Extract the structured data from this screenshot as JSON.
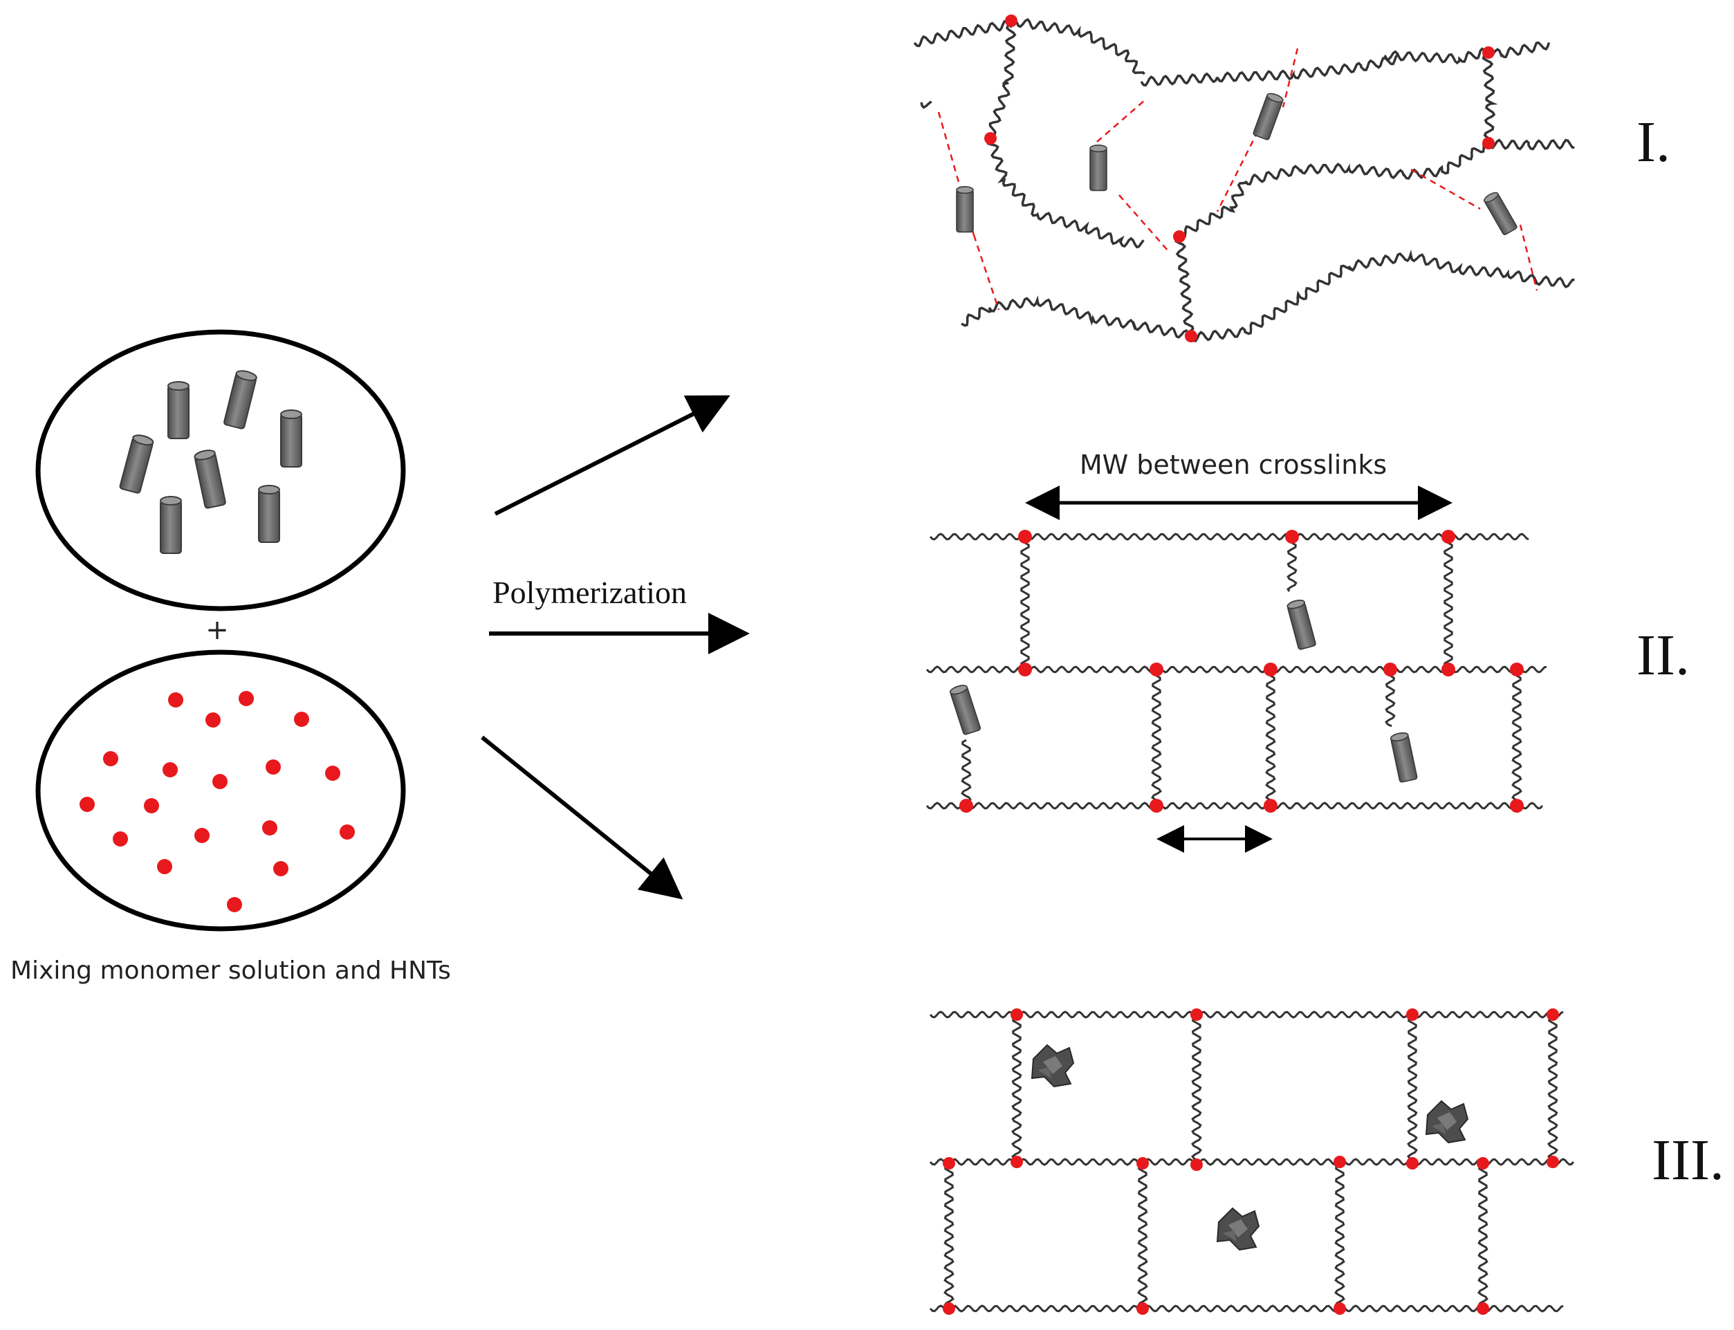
{
  "labels": {
    "polymerization": "Polymerization",
    "mixing": "Mixing monomer solution and HNTs",
    "plus": "+",
    "mw_between": "MW between crosslinks",
    "network_1": "I.",
    "network_2": "II.",
    "network_3": "III."
  },
  "colors": {
    "crosslink_dot": "#e8191c",
    "chain": "#333333",
    "hnt_tube": "#6f6f6f",
    "dashed_bond": "#e8191c"
  },
  "icons": {
    "hnt": "cylinder-icon",
    "crosslinker": "red-dot-icon",
    "aggregate": "hnt-cluster-icon"
  }
}
